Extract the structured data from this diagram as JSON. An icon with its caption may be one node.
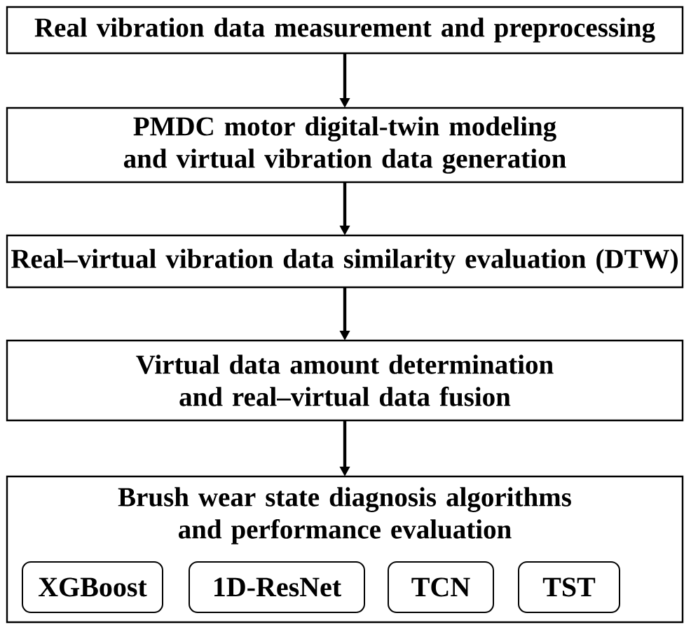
{
  "diagram": {
    "nodes": [
      {
        "text": [
          "Real vibration data measurement and preprocessing"
        ]
      },
      {
        "text": [
          "PMDC motor digital-twin modeling and virtual vibration data generation"
        ]
      },
      {
        "text": [
          "Real–virtual vibration data similarity evaluation (DTW)"
        ]
      },
      {
        "text": [
          "Virtual data amount determination and real–virtual data fusion"
        ]
      },
      {
        "text": [
          "Brush wear state diagnosis algorithms and performance evaluation"
        ]
      },
      {
        "text": [
          "XGBoost"
        ],
        "in": 4
      },
      {
        "text": [
          "1D-ResNet"
        ],
        "in": 4
      },
      {
        "text": [
          "TCN"
        ],
        "in": 4
      },
      {
        "text": [
          "TST"
        ],
        "in": 4
      }
    ],
    "edges": [
      {
        "from": 0,
        "to": 1,
        "arrow": "to"
      },
      {
        "from": 1,
        "to": 2,
        "arrow": "to"
      },
      {
        "from": 2,
        "to": 3,
        "arrow": "to"
      },
      {
        "from": 3,
        "to": 4,
        "arrow": "to"
      }
    ]
  }
}
